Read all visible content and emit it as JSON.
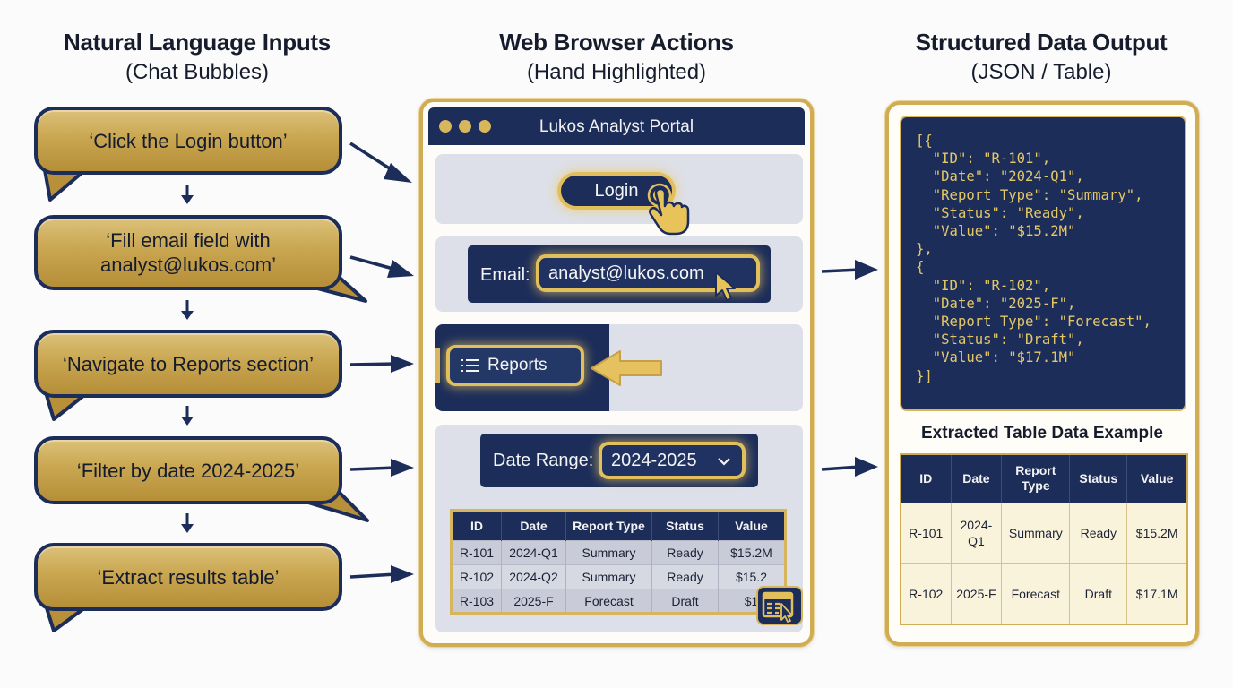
{
  "columns": {
    "inputs": {
      "title": "Natural Language Inputs",
      "subtitle": "(Chat Bubbles)"
    },
    "actions": {
      "title": "Web Browser Actions",
      "subtitle": "(Hand Highlighted)"
    },
    "output": {
      "title": "Structured Data Output",
      "subtitle": "(JSON / Table)"
    }
  },
  "bubbles": [
    "‘Click the Login button’",
    "‘Fill email field with analyst@lukos.com’",
    "‘Navigate to Reports section’",
    "‘Filter by date 2024-2025’",
    "‘Extract results table’"
  ],
  "browser": {
    "title": "Lukos Analyst Portal",
    "login_label": "Login",
    "email_label": "Email:",
    "email_value": "analyst@lukos.com",
    "reports_label": "Reports",
    "date_label": "Date Range:",
    "date_value": "2024-2025",
    "results": {
      "headers": [
        "ID",
        "Date",
        "Report Type",
        "Status",
        "Value"
      ],
      "rows": [
        [
          "R-101",
          "2024-Q1",
          "Summary",
          "Ready",
          "$15.2M"
        ],
        [
          "R-102",
          "2024-Q2",
          "Summary",
          "Ready",
          "$15.2"
        ],
        [
          "R-103",
          "2025-F",
          "Forecast",
          "Draft",
          "$1"
        ]
      ]
    }
  },
  "output": {
    "json_text": "[{\n  \"ID\": \"R-101\",\n  \"Date\": \"2024-Q1\",\n  \"Report Type\": \"Summary\",\n  \"Status\": \"Ready\",\n  \"Value\": \"$15.2M\"\n},\n{\n  \"ID\": \"R-102\",\n  \"Date\": \"2025-F\",\n  \"Report Type\": \"Forecast\",\n  \"Status\": \"Draft\",\n  \"Value\": \"$17.1M\"\n}]",
    "table_title": "Extracted Table Data Example",
    "table": {
      "headers": [
        "ID",
        "Date",
        "Report Type",
        "Status",
        "Value"
      ],
      "rows": [
        [
          "R-101",
          "2024-Q1",
          "Summary",
          "Ready",
          "$15.2M"
        ],
        [
          "R-102",
          "2025-F",
          "Forecast",
          "Draft",
          "$17.1M"
        ]
      ]
    }
  },
  "colors": {
    "navy": "#1c2d5a",
    "gold": "#d0ad55",
    "gold_light": "#e2bf5d"
  },
  "icons": [
    "pointing-hand-icon",
    "mouse-cursor-icon",
    "list-icon",
    "gold-arrow-icon",
    "chevron-down-icon",
    "table-cursor-icon"
  ]
}
